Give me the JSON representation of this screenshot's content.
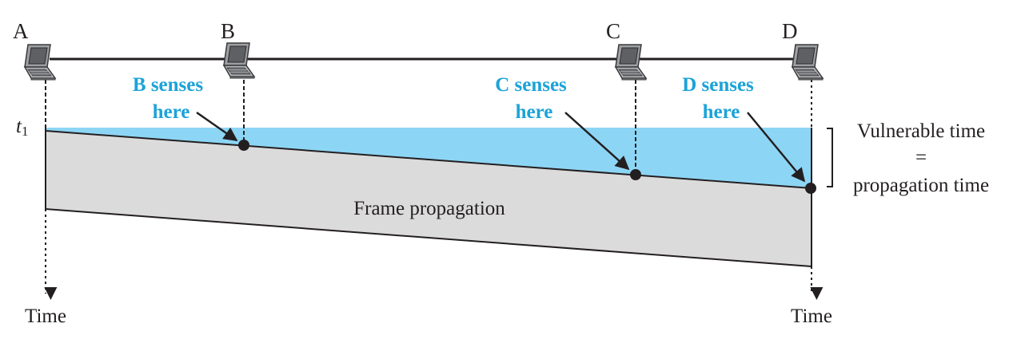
{
  "stations": [
    {
      "label": "A",
      "icon": "laptop-icon"
    },
    {
      "label": "B",
      "icon": "laptop-icon"
    },
    {
      "label": "C",
      "icon": "laptop-icon"
    },
    {
      "label": "D",
      "icon": "laptop-icon"
    }
  ],
  "sense_labels": {
    "b": [
      "B senses",
      "here"
    ],
    "c": [
      "C senses",
      "here"
    ],
    "d": [
      "D senses",
      "here"
    ]
  },
  "t1": {
    "base": "t",
    "sub": "1"
  },
  "time_left": "Time",
  "time_right": "Time",
  "frame_label": "Frame propagation",
  "vulnerable": [
    "Vulnerable time",
    "=",
    "propagation time"
  ],
  "colors": {
    "vulnerable_fill": "#8dd5f4",
    "frame_fill": "#dcdbdc",
    "sense_text": "#1ba3d8",
    "ink": "#231f20"
  }
}
